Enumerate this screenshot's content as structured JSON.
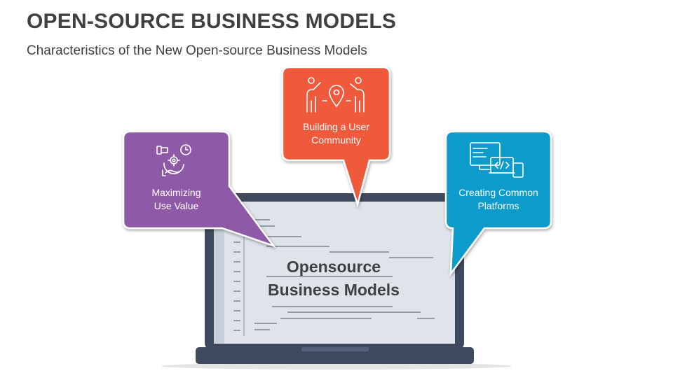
{
  "header": {
    "title": "OPEN-SOURCE BUSINESS MODELS",
    "subtitle": "Characteristics of the New Open-source Business Models"
  },
  "laptop": {
    "screen_line1": "Opensource",
    "screen_line2": "Business Models"
  },
  "callouts": [
    {
      "id": "left",
      "label_line1": "Maximizing",
      "label_line2": "Use Value",
      "icon": "value-cycle-icon",
      "color": "#8e5aa8"
    },
    {
      "id": "center",
      "label_line1": "Building a User",
      "label_line2": "Community",
      "icon": "community-icon",
      "color": "#ef5a3c"
    },
    {
      "id": "right",
      "label_line1": "Creating Common",
      "label_line2": "Platforms",
      "icon": "platforms-icon",
      "color": "#0e9bcc"
    }
  ],
  "colors": {
    "text_dark": "#404040",
    "laptop_frame": "#3f4a5e",
    "screen": "#dfe3ea"
  }
}
